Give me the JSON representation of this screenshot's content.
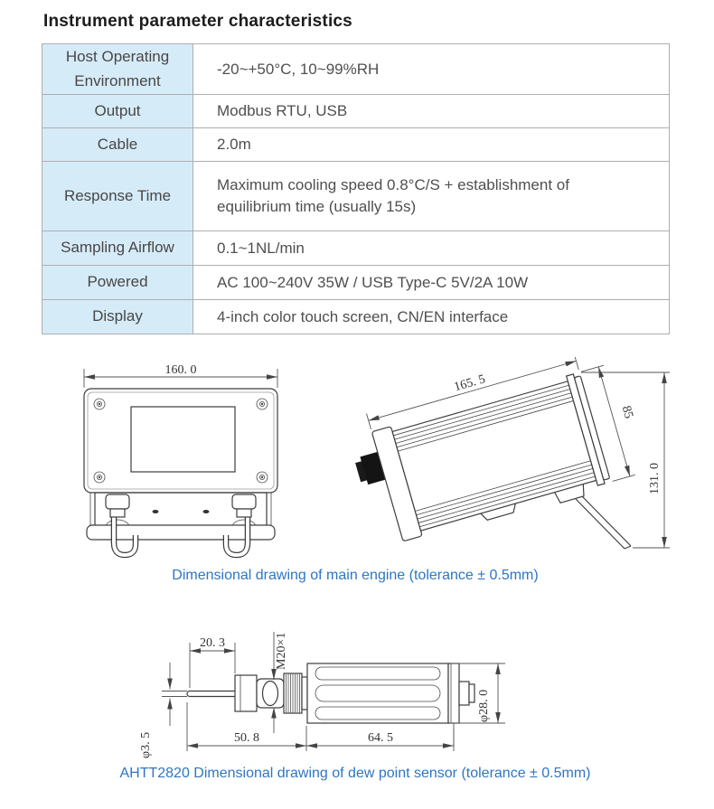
{
  "page": {
    "title": "Instrument parameter characteristics"
  },
  "table": {
    "rows": [
      {
        "label": "Host Operating Environment",
        "value": "-20~+50°C,  10~99%RH"
      },
      {
        "label": "Output",
        "value": "Modbus RTU,  USB"
      },
      {
        "label": "Cable",
        "value": "2.0m"
      },
      {
        "label": "Response Time",
        "value": "Maximum cooling speed 0.8°C/S + establishment of equilibrium time (usually 15s)"
      },
      {
        "label": "Sampling Airflow",
        "value": "0.1~1NL/min"
      },
      {
        "label": "Powered",
        "value": "AC 100~240V 35W / USB Type-C 5V/2A 10W"
      },
      {
        "label": "Display",
        "value": "4-inch color touch screen, CN/EN interface"
      }
    ]
  },
  "drawings": {
    "main_front": {
      "dim_width": "160. 0"
    },
    "main_side": {
      "dim_length": "165. 5",
      "dim_depth": "85",
      "dim_height": "131. 0"
    },
    "main_caption": "Dimensional drawing of main engine (tolerance ± 0.5mm)",
    "sensor": {
      "dim_top": "20. 3",
      "dim_thread": "M20×1",
      "dim_probe_dia": "φ3. 5",
      "dim_left_len": "50. 8",
      "dim_body_len": "64. 5",
      "dim_body_dia": "φ28. 0"
    },
    "sensor_caption": "AHTT2820 Dimensional drawing of dew point sensor (tolerance ± 0.5mm)"
  },
  "colors": {
    "caption_blue": "#2d76c4",
    "table_header_bg": "#d6ebf8",
    "table_border": "#aeaeae"
  }
}
